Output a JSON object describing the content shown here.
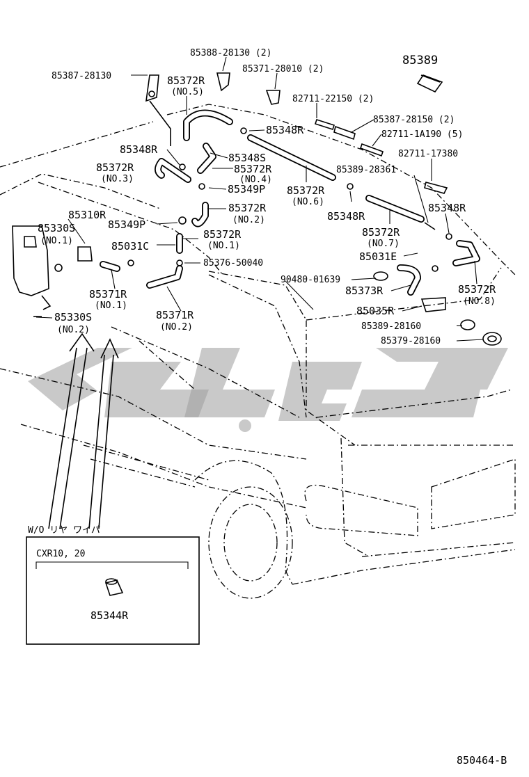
{
  "diagram": {
    "labels": {
      "p85388": "85388-28130 (2)",
      "p85389_top": "85389",
      "p85387_28130": "85387-28130",
      "p85372R_no5": "85372R",
      "no5": "(NO.5)",
      "p85371": "85371-28010 (2)",
      "p82711_22150": "82711-22150 (2)",
      "p85348R_a": "85348R",
      "p85387_28150": "85387-28150 (2)",
      "p82711_1A190": "82711-1A190 (5)",
      "p82711_17380": "82711-17380",
      "p85348R_b": "85348R",
      "p85348S": "85348S",
      "p85372R_no3": "85372R",
      "no3": "(NO.3)",
      "p85372R_no4": "85372R",
      "no4": "(NO.4)",
      "p85389_28361": "85389-28361",
      "p85349P_a": "85349P",
      "p85372R_no6": "85372R",
      "no6": "(NO.6)",
      "p85348R_c": "85348R",
      "p85348R_d": "85348R",
      "p85310R": "85310R",
      "p85372R_no2": "85372R",
      "no2": "(NO.2)",
      "p85330S_no1": "85330S",
      "no1_s": "(NO.1)",
      "p85349P_b": "85349P",
      "p85372R_no7": "85372R",
      "no7": "(NO.7)",
      "p85372R_no1": "85372R",
      "no1_r": "(NO.1)",
      "p85031C": "85031C",
      "p85031E": "85031E",
      "p85376": "85376-50040",
      "p90480": "90480-01639",
      "p85373R": "85373R",
      "p85372R_no8": "85372R",
      "no8": "(NO.8)",
      "p85371R_no1": "85371R",
      "no1_371": "(NO.1)",
      "p85035R": "85035R",
      "p85330S_no2": "85330S",
      "no2_s": "(NO.2)",
      "p85371R_no2": "85371R",
      "no2_371": "(NO.2)",
      "p85389_28160": "85389-28160",
      "p85379_28160": "85379-28160"
    },
    "inset": {
      "title": "W/O リヤ ワイパ",
      "model": "CXR10, 20",
      "part": "85344R"
    },
    "figure_number": "850464-B"
  }
}
